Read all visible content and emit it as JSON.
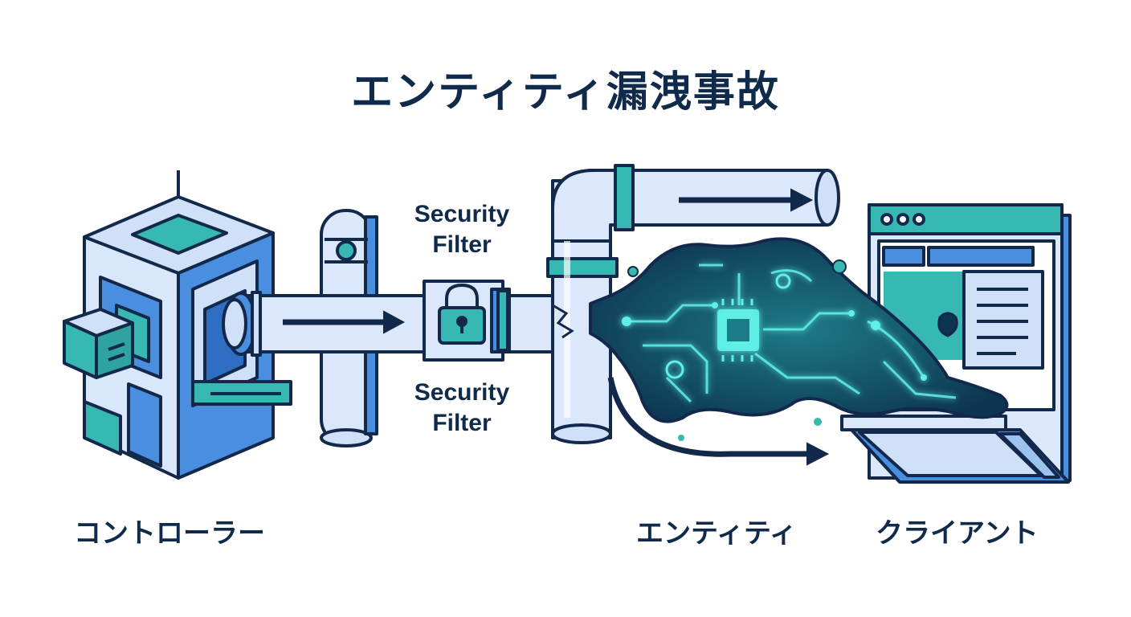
{
  "title": "エンティティ漏洩事故",
  "labels": {
    "controller": "コントローラー",
    "entity": "エンティティ",
    "client": "クライアント"
  },
  "security_filter_top": {
    "line1": "Security",
    "line2": "Filter"
  },
  "security_filter_bottom": {
    "line1": "Security",
    "line2": "Filter"
  },
  "icons": [
    "controller-cube-icon",
    "pipe-icon",
    "padlock-icon",
    "leak-blob-icon",
    "chip-icon",
    "browser-window-icon",
    "laptop-icon",
    "arrow-icon"
  ],
  "colors": {
    "outline": "#13294b",
    "pipe": "#dbe8fb",
    "blue": "#4a8ee0",
    "teal": "#38b8b2",
    "blob_dark": "#0e3f5c",
    "glow": "#5ff0e6",
    "title": "#0f2a4a"
  }
}
